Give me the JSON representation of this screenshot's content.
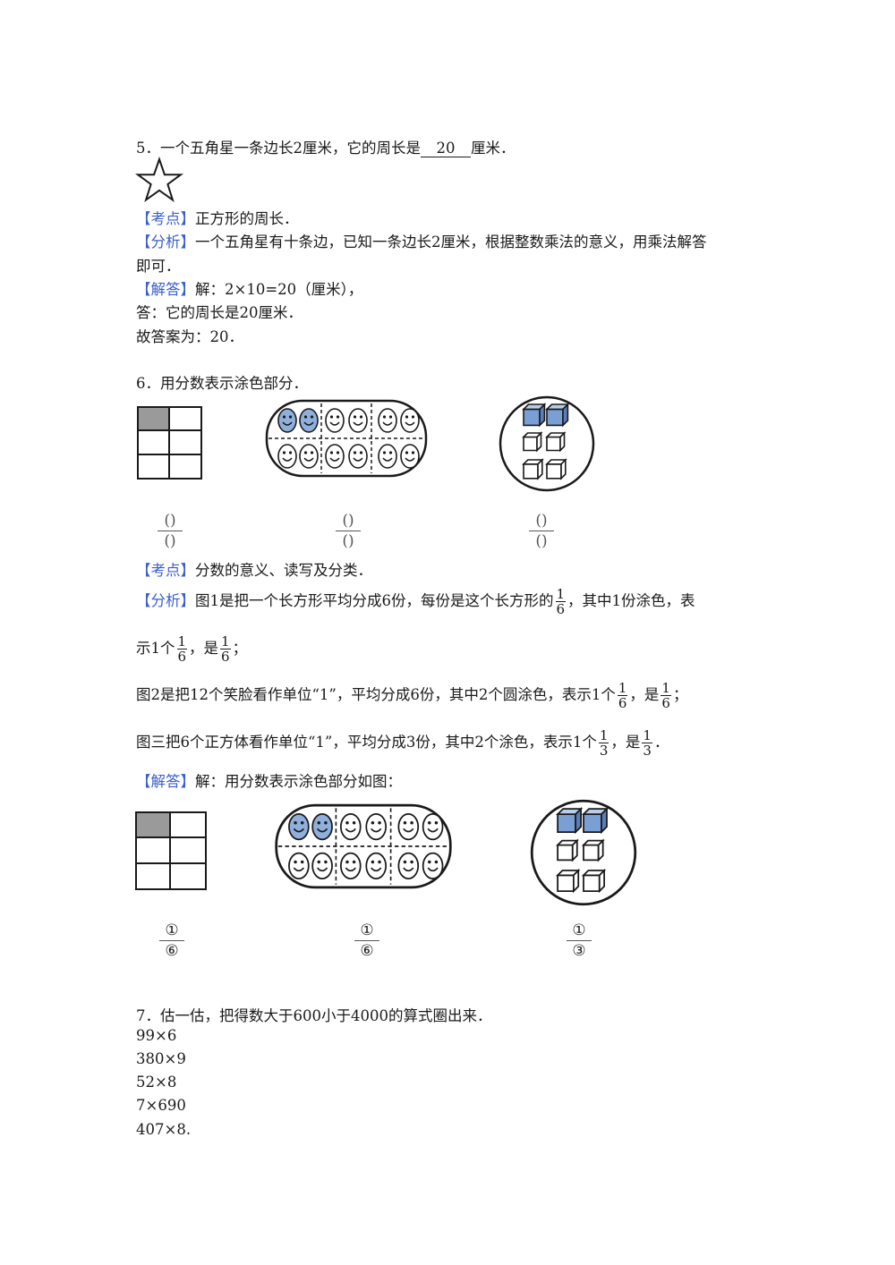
{
  "q5": {
    "stem_pre": "5．一个五角星一条边长2厘米，它的周长是",
    "blank": "20",
    "stem_post": "厘米．",
    "kaodian_tag": "【考点】",
    "kaodian": "正方形的周长．",
    "fenxi_tag": "【分析】",
    "fenxi_1": "一个五角星有十条边，已知一条边长2厘米，根据整数乘法的意义，用乘法解答",
    "fenxi_2": "即可．",
    "jieda_tag": "【解答】",
    "jieda_1": "解：2×10=20（厘米），",
    "jieda_2": "答：它的周长是20厘米．",
    "jieda_3": "故答案为：20．"
  },
  "q6": {
    "stem": "6．用分数表示涂色部分．",
    "blank_fracs": [
      {
        "num": "()",
        "den": "()"
      },
      {
        "num": "()",
        "den": "()"
      },
      {
        "num": "()",
        "den": "()"
      }
    ],
    "kaodian_tag": "【考点】",
    "kaodian": "分数的意义、读写及分类．",
    "fenxi_tag": "【分析】",
    "fenxi_1_pre": "图1是把一个长方形平均分成6份，每份是这个长方形的",
    "fenxi_1_post": "，其中1份涂色，表",
    "fenxi_2_pre": "示1个",
    "fenxi_2_mid": "，是",
    "fenxi_2_post": "；",
    "fenxi_3_pre": "图2是把12个笑脸看作单位“1”，平均分成6份，其中2个圆涂色，表示1个",
    "fenxi_3_mid": "，是",
    "fenxi_3_post": "；",
    "fenxi_4_pre": "图三把6个正方体看作单位“1”，平均分成3份，其中2个涂色，表示1个",
    "fenxi_4_mid": "，是",
    "fenxi_4_post": "．",
    "frac_one_sixth": {
      "num": "1",
      "den": "6"
    },
    "frac_one_third": {
      "num": "1",
      "den": "3"
    },
    "jieda_tag": "【解答】",
    "jieda": "解：用分数表示涂色部分如图：",
    "answer_fracs": [
      {
        "num": "①",
        "den": "⑥"
      },
      {
        "num": "①",
        "den": "⑥"
      },
      {
        "num": "①",
        "den": "③"
      }
    ]
  },
  "q7": {
    "stem": "7．估一估，把得数大于600小于4000的算式圈出来．",
    "items": [
      "99×6",
      "380×9",
      "52×8",
      "7×690",
      "407×8."
    ]
  },
  "colors": {
    "tag_blue": "#3a5fcd",
    "face_fill": "#8fb0dc",
    "cube_fill": "#7a9fd4",
    "grid_shade": "#9a9a9a"
  }
}
